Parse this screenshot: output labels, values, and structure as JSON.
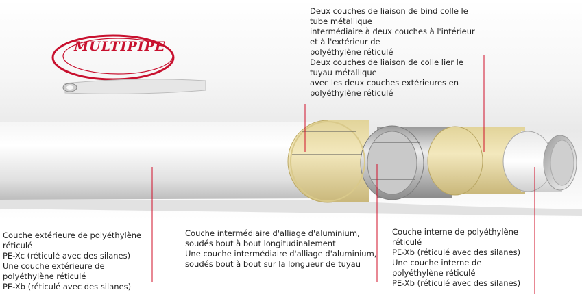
{
  "logo": {
    "brand": "MULTIPIPE",
    "brand_color": "#c8102e"
  },
  "annotations": {
    "top": {
      "lines": [
        "Deux couches de liaison de bind colle le",
        "tube métallique",
        "intermédiaire à deux couches à l'intérieur",
        "et à l'extérieur de",
        "polyéthylène réticulé",
        "Deux couches de liaison de colle lier le",
        "tuyau métallique",
        "avec les deux couches extérieures en",
        "polyéthylène réticulé"
      ]
    },
    "outer": {
      "lines": [
        "Couche extérieure de polyéthylène",
        "réticulé",
        "PE-Xc (réticulé avec des silanes)",
        "Une couche extérieure de",
        "polyéthylène réticulé",
        "PE-Xb (réticulé avec des silanes)"
      ]
    },
    "middle": {
      "lines": [
        "Couche intermédiaire d'alliage d'aluminium,",
        "soudés bout à bout longitudinalement",
        "Une couche intermédiaire d'alliage d'aluminium,",
        "soudés bout à bout sur la longueur de tuyau"
      ]
    },
    "inner": {
      "lines": [
        "Couche interne de polyéthylène",
        "réticulé",
        "PE-Xb (réticulé avec des silanes)",
        "Une couche interne de",
        "polyéthylène réticulé",
        "PE-Xb (réticulé avec des silanes)"
      ]
    }
  },
  "colors": {
    "leader_line": "#d0102a",
    "adhesive_layer": "#e8d9a0",
    "aluminium_layer": "#c8c8c8",
    "pe_layer": "#efefef"
  }
}
